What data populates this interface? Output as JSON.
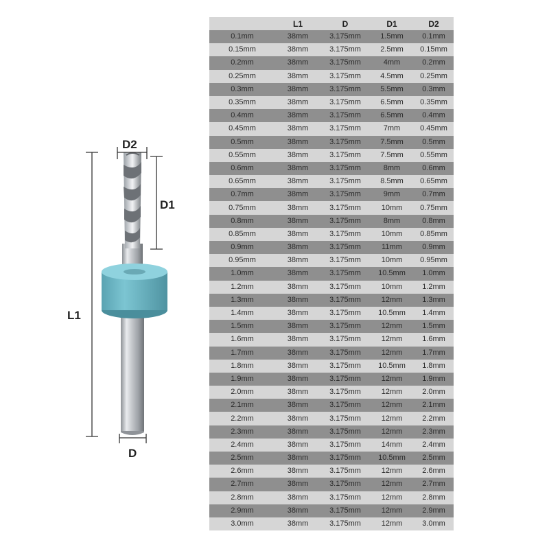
{
  "diagram": {
    "labels": {
      "l1": "L1",
      "d2": "D2",
      "d1": "D1",
      "d": "D"
    },
    "collar_color": "#6ab6c4"
  },
  "table": {
    "headers": [
      "",
      "L1",
      "D",
      "D1",
      "D2"
    ],
    "rows": [
      [
        "0.1mm",
        "38mm",
        "3.175mm",
        "1.5mm",
        "0.1mm"
      ],
      [
        "0.15mm",
        "38mm",
        "3.175mm",
        "2.5mm",
        "0.15mm"
      ],
      [
        "0.2mm",
        "38mm",
        "3.175mm",
        "4mm",
        "0.2mm"
      ],
      [
        "0.25mm",
        "38mm",
        "3.175mm",
        "4.5mm",
        "0.25mm"
      ],
      [
        "0.3mm",
        "38mm",
        "3.175mm",
        "5.5mm",
        "0.3mm"
      ],
      [
        "0.35mm",
        "38mm",
        "3.175mm",
        "6.5mm",
        "0.35mm"
      ],
      [
        "0.4mm",
        "38mm",
        "3.175mm",
        "6.5mm",
        "0.4mm"
      ],
      [
        "0.45mm",
        "38mm",
        "3.175mm",
        "7mm",
        "0.45mm"
      ],
      [
        "0.5mm",
        "38mm",
        "3.175mm",
        "7.5mm",
        "0.5mm"
      ],
      [
        "0.55mm",
        "38mm",
        "3.175mm",
        "7.5mm",
        "0.55mm"
      ],
      [
        "0.6mm",
        "38mm",
        "3.175mm",
        "8mm",
        "0.6mm"
      ],
      [
        "0.65mm",
        "38mm",
        "3.175mm",
        "8.5mm",
        "0.65mm"
      ],
      [
        "0.7mm",
        "38mm",
        "3.175mm",
        "9mm",
        "0.7mm"
      ],
      [
        "0.75mm",
        "38mm",
        "3.175mm",
        "10mm",
        "0.75mm"
      ],
      [
        "0.8mm",
        "38mm",
        "3.175mm",
        "8mm",
        "0.8mm"
      ],
      [
        "0.85mm",
        "38mm",
        "3.175mm",
        "10mm",
        "0.85mm"
      ],
      [
        "0.9mm",
        "38mm",
        "3.175mm",
        "11mm",
        "0.9mm"
      ],
      [
        "0.95mm",
        "38mm",
        "3.175mm",
        "10mm",
        "0.95mm"
      ],
      [
        "1.0mm",
        "38mm",
        "3.175mm",
        "10.5mm",
        "1.0mm"
      ],
      [
        "1.2mm",
        "38mm",
        "3.175mm",
        "10mm",
        "1.2mm"
      ],
      [
        "1.3mm",
        "38mm",
        "3.175mm",
        "12mm",
        "1.3mm"
      ],
      [
        "1.4mm",
        "38mm",
        "3.175mm",
        "10.5mm",
        "1.4mm"
      ],
      [
        "1.5mm",
        "38mm",
        "3.175mm",
        "12mm",
        "1.5mm"
      ],
      [
        "1.6mm",
        "38mm",
        "3.175mm",
        "12mm",
        "1.6mm"
      ],
      [
        "1.7mm",
        "38mm",
        "3.175mm",
        "12mm",
        "1.7mm"
      ],
      [
        "1.8mm",
        "38mm",
        "3.175mm",
        "10.5mm",
        "1.8mm"
      ],
      [
        "1.9mm",
        "38mm",
        "3.175mm",
        "12mm",
        "1.9mm"
      ],
      [
        "2.0mm",
        "38mm",
        "3.175mm",
        "12mm",
        "2.0mm"
      ],
      [
        "2.1mm",
        "38mm",
        "3.175mm",
        "12mm",
        "2.1mm"
      ],
      [
        "2.2mm",
        "38mm",
        "3.175mm",
        "12mm",
        "2.2mm"
      ],
      [
        "2.3mm",
        "38mm",
        "3.175mm",
        "12mm",
        "2.3mm"
      ],
      [
        "2.4mm",
        "38mm",
        "3.175mm",
        "14mm",
        "2.4mm"
      ],
      [
        "2.5mm",
        "38mm",
        "3.175mm",
        "10.5mm",
        "2.5mm"
      ],
      [
        "2.6mm",
        "38mm",
        "3.175mm",
        "12mm",
        "2.6mm"
      ],
      [
        "2.7mm",
        "38mm",
        "3.175mm",
        "12mm",
        "2.7mm"
      ],
      [
        "2.8mm",
        "38mm",
        "3.175mm",
        "12mm",
        "2.8mm"
      ],
      [
        "2.9mm",
        "38mm",
        "3.175mm",
        "12mm",
        "2.9mm"
      ],
      [
        "3.0mm",
        "38mm",
        "3.175mm",
        "12mm",
        "3.0mm"
      ]
    ]
  }
}
